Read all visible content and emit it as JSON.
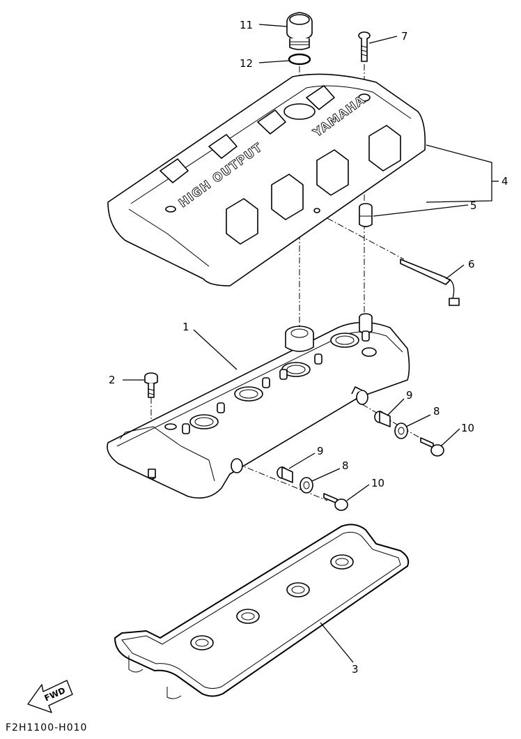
{
  "diagram_code": "F2H1100-H010",
  "fwd_label": "FWD",
  "cover_logo_left": "HIGH OUTPUT",
  "cover_logo_right": "YAMAHA",
  "callouts": [
    "11",
    "12",
    "7",
    "4",
    "5",
    "6",
    "1",
    "2",
    "9",
    "8",
    "10",
    "9",
    "8",
    "10",
    "3"
  ]
}
